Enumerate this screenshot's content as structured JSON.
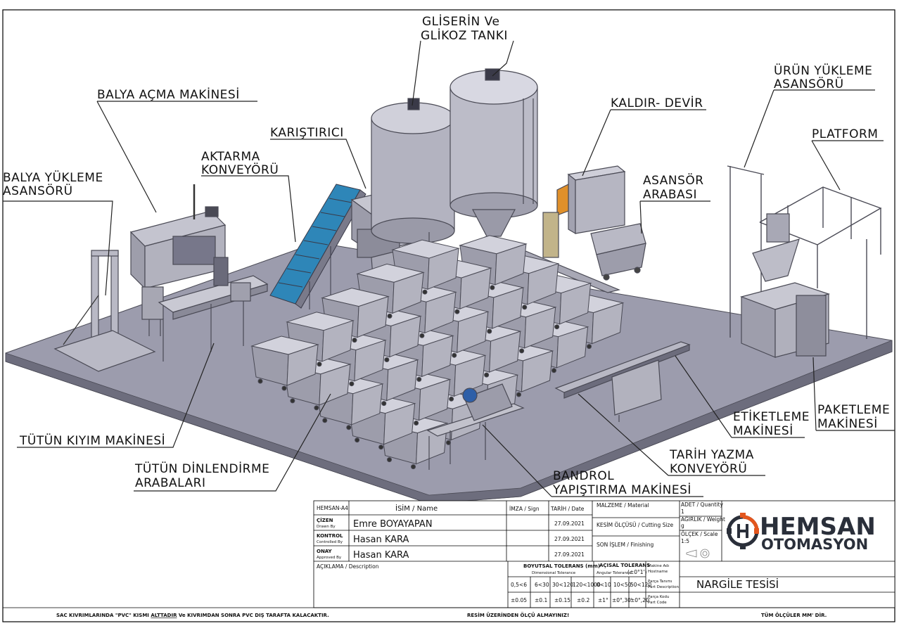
{
  "labels": {
    "gliserin_line1": "GLİSERİN Ve",
    "gliserin_line2": "GLİKOZ TANKI",
    "balya_acma": "BALYA AÇMA MAKİNESİ",
    "karistirici": "KARIŞTIRICI",
    "aktarma_line1": "AKTARMA",
    "aktarma_line2": "KONVEYÖRÜ",
    "balya_yukleme_line1": "BALYA YÜKLEME",
    "balya_yukleme_line2": "ASANSÖRÜ",
    "kaldir_devir": "KALDIR- DEVİR",
    "asansor_line1": "ASANSÖR",
    "asansor_line2": "ARABASI",
    "urun_yukleme_line1": "ÜRÜN YÜKLEME",
    "urun_yukleme_line2": "ASANSÖRÜ",
    "platform": "PLATFORM",
    "etiketleme_line1": "ETİKETLEME",
    "etiketleme_line2": "MAKİNESİ",
    "paketleme_line1": "PAKETLEME",
    "paketleme_line2": "MAKİNESİ",
    "tarih_line1": "TARİH YAZMA",
    "tarih_line2": "KONVEYÖRÜ",
    "tutun_kiyim": "TÜTÜN KIYIM MAKİNESİ",
    "dinlendirme_line1": "TÜTÜN DİNLENDİRME",
    "dinlendirme_line2": "ARABALARI",
    "bandrol_line1": "BANDROL",
    "bandrol_line2": "YAPIŞTIRMA MAKİNESİ"
  },
  "title_block": {
    "sheet": "HEMSAN-A4",
    "isim": "İSİM / Name",
    "imza": "İMZA / Sign",
    "tarih": "TARİH / Date",
    "cizen": "ÇİZEN",
    "cizen_sub": "Drawn By",
    "cizen_name": "Emre BOYAYAPAN",
    "cizen_date": "27.09.2021",
    "kontrol": "KONTROL",
    "kontrol_sub": "Controlled By",
    "kontrol_name": "Hasan KARA",
    "kontrol_date": "27.09.2021",
    "onay": "ONAY",
    "onay_sub": "Approved By",
    "onay_name": "Hasan KARA",
    "onay_date": "27.09.2021",
    "malzeme": "MALZEME / Material",
    "kesim": "KESİM ÖLÇÜSÜ / Cutting Size",
    "son_islem": "SON İŞLEM / Finishing",
    "adet": "ADET / Quantity",
    "adet_val": "1",
    "agirlik": "AĞIRLIK / Weight",
    "agirlik_val": "g",
    "olcek": "ÖLÇEK / Scale",
    "olcek_val": "1:5",
    "aciklama": "AÇIKLAMA / Description",
    "boyutsal": "BOYUTSAL TOLERANS (mm)",
    "boyutsal_sub": "Dimensional Tolerance",
    "acisal": "AÇISAL TOLERANS",
    "acisal_val": "(±0°1')",
    "acisal_sub": "Angular Tolerance",
    "dim_ranges": [
      "0,5<6",
      "6<30",
      "30<120",
      "120<1000"
    ],
    "dim_tols": [
      "±0.05",
      "±0.1",
      "±0.15",
      "±0.2"
    ],
    "ang_ranges": [
      "0<10",
      "10<50",
      "50<120"
    ],
    "ang_tols": [
      "±1°",
      "±0°,30'",
      "±0°,20'"
    ],
    "makine_adi": "Makine Adı",
    "hostname": "Hostname",
    "parca_tanimi": "Parça Tanımı",
    "part_desc": "Part Description",
    "parca_kodu": "Parça Kodu",
    "part_code": "Part Code",
    "project_name": "NARGİLE TESİSİ",
    "logo_top": "HEMSAN",
    "logo_bottom": "OTOMASYON"
  },
  "footer": {
    "left_a": "SAC KIVRIMLARINDA \"PVC\" KISMI ",
    "left_b": "ALTTADIR",
    "left_c": " Ve KIVRIMDAN SONRA PVC DIŞ TARAFTA KALACAKTIR.",
    "center": "RESİM ÜZERİNDEN ÖLÇÜ ALMAYINIZ!",
    "right": "TÜM ÖLÇÜLER MM' DİR."
  },
  "colors": {
    "floor": "#9a9aaa",
    "machine": "#b4b4c0",
    "dark": "#5b5b6a",
    "conveyor_blue": "#2e86b8",
    "logo_orange": "#e3561e",
    "logo_dark": "#2a2f3a"
  }
}
